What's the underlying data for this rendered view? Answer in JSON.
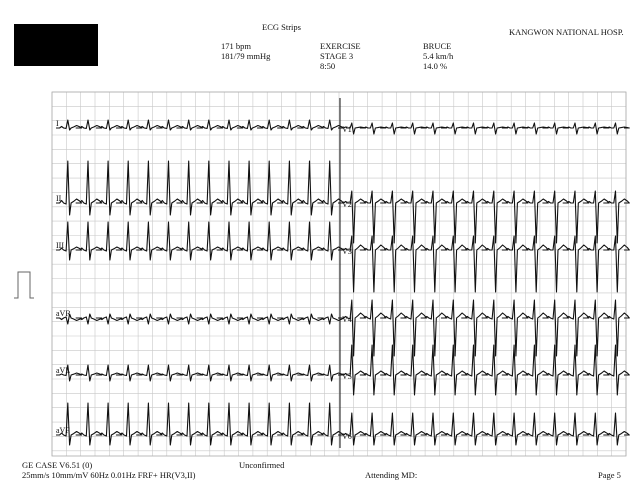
{
  "header": {
    "title": "ECG Strips",
    "hospital": "KANGWON NATIONAL HOSP.",
    "heart_rate": "171 bpm",
    "blood_pressure": "181/79 mmHg",
    "mode": "EXERCISE",
    "stage": "STAGE 3",
    "elapsed": "8:50",
    "protocol": "BRUCE",
    "speed": "5.4 km/h",
    "grade": "14.0 %"
  },
  "footer": {
    "device": "GE CASE V6.51 (0)",
    "settings": "25mm/s  10mm/mV  60Hz    0.01Hz  FRF+ HR(V3,II)",
    "status": "Unconfirmed",
    "attending": "Attending MD:",
    "page": "Page 5"
  },
  "chart_data": {
    "type": "line",
    "x_unit": "beats",
    "columns": [
      {
        "leads": [
          "I",
          "II",
          "III",
          "aVR",
          "aVL",
          "aVF"
        ],
        "beats": 14
      },
      {
        "leads": [
          "V1",
          "V2",
          "V3",
          "V4",
          "V5",
          "V6"
        ],
        "beats": 14
      }
    ],
    "lead_labels": {
      "I": "I",
      "II": "II",
      "III": "III",
      "aVR": "aVR",
      "aVL": "aVL",
      "aVF": "aVF",
      "V1": "V1",
      "V2": "V2",
      "V3": "V3",
      "V4": "V4",
      "V5": "V5",
      "V6": "V6"
    },
    "grid": true,
    "grid_color": "#c8c8c8",
    "trace_color": "#111111",
    "calibration": "1 mV square pulse"
  }
}
